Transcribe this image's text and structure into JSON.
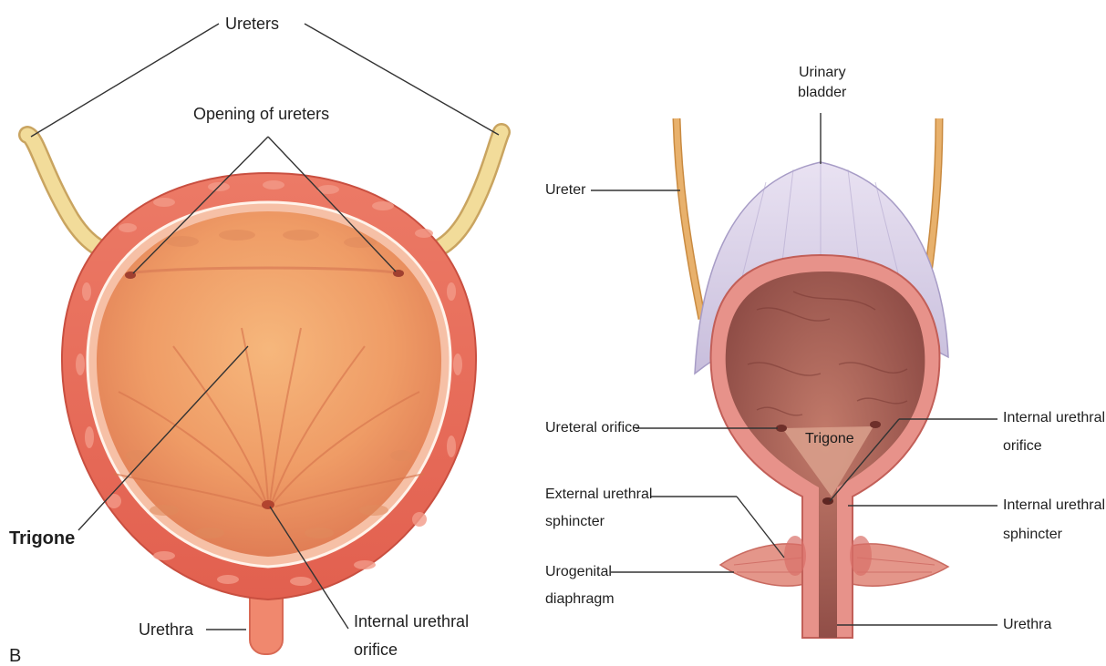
{
  "left_figure": {
    "labels": {
      "ureters": "Ureters",
      "opening_of_ureters": "Opening of ureters",
      "trigone": "Trigone",
      "urethra": "Urethra",
      "internal_urethral_orifice_line1": "Internal urethral",
      "internal_urethral_orifice_line2": "orifice",
      "panel_letter": "B"
    }
  },
  "right_figure": {
    "labels": {
      "urinary_bladder_line1": "Urinary",
      "urinary_bladder_line2": "bladder",
      "ureter": "Ureter",
      "ureteral_orifice": "Ureteral orifice",
      "trigone": "Trigone",
      "internal_urethral_orifice_line1": "Internal urethral",
      "internal_urethral_orifice_line2": "orifice",
      "external_urethral_sphincter_line1": "External urethral",
      "external_urethral_sphincter_line2": "sphincter",
      "internal_urethral_sphincter_line1": "Internal urethral",
      "internal_urethral_sphincter_line2": "sphincter",
      "urogenital_diaphragm_line1": "Urogenital",
      "urogenital_diaphragm_line2": "diaphragm",
      "urethra": "Urethra"
    }
  },
  "colors": {
    "bladder_wall": "#e8705e",
    "bladder_inner": "#f0a36a",
    "ureter_left": "#f2dc9a",
    "ureter_right": "#e8b16c",
    "peritoneum": "#c9c3e0",
    "right_cavity": "#a85a50",
    "leader_line": "#333333"
  }
}
